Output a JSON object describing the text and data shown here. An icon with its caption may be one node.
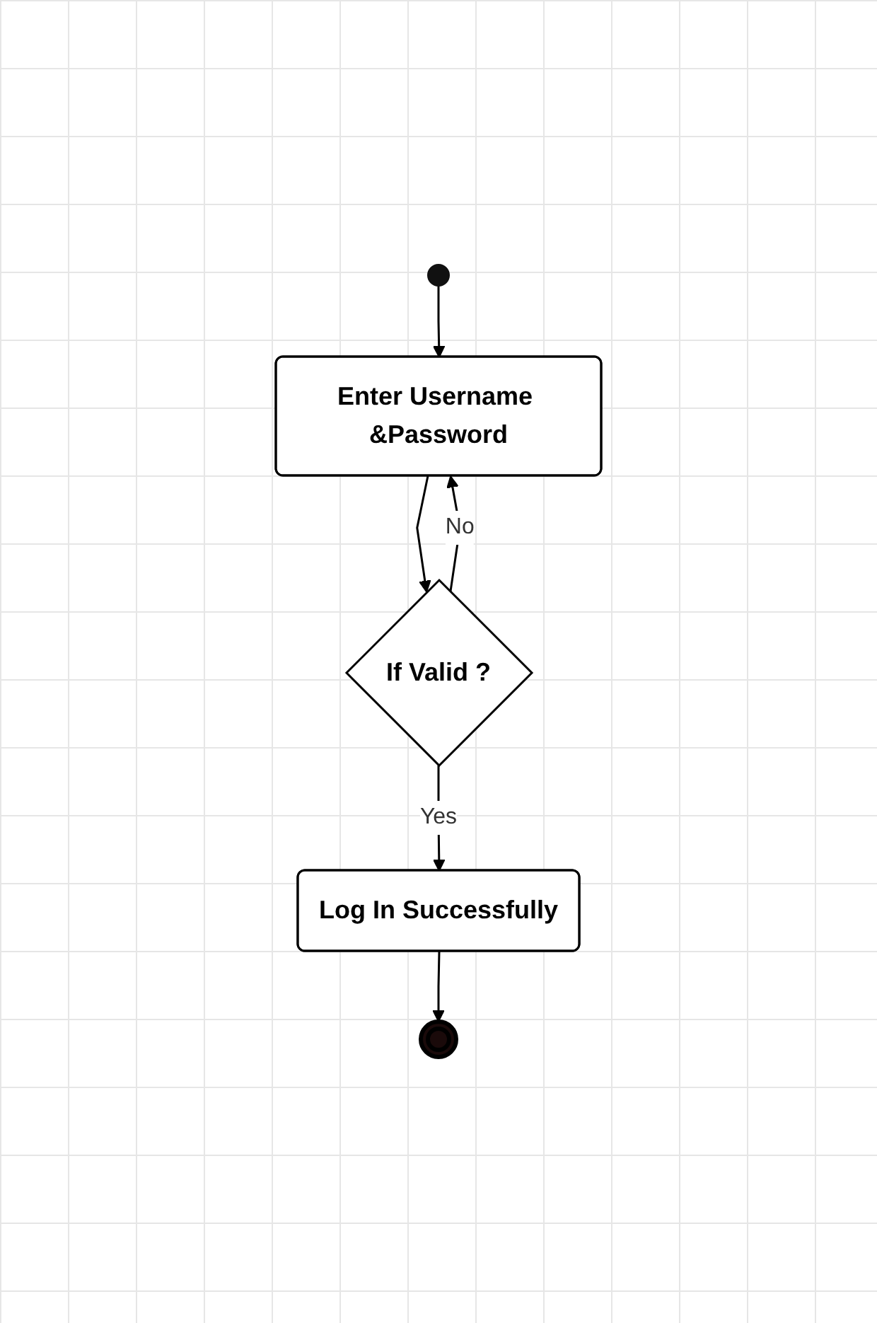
{
  "diagram": {
    "nodes": [
      {
        "text": [],
        "shape": "circle"
      },
      {
        "text": [
          "Enter Username &Password"
        ]
      },
      {
        "text": [
          "If Valid ?"
        ]
      },
      {
        "text": [
          "Log In Successfully"
        ]
      },
      {
        "text": [],
        "shape": "circle"
      }
    ],
    "edges": [
      {
        "from": 0,
        "to": 1,
        "arrow": "to"
      },
      {
        "from": 1,
        "to": 2,
        "arrow": "to"
      },
      {
        "from": 2,
        "to": 1,
        "arrow": "to",
        "label": "No"
      },
      {
        "from": 2,
        "to": 3,
        "arrow": "to",
        "label": "Yes"
      },
      {
        "from": 3,
        "to": 4,
        "arrow": "to"
      }
    ]
  }
}
